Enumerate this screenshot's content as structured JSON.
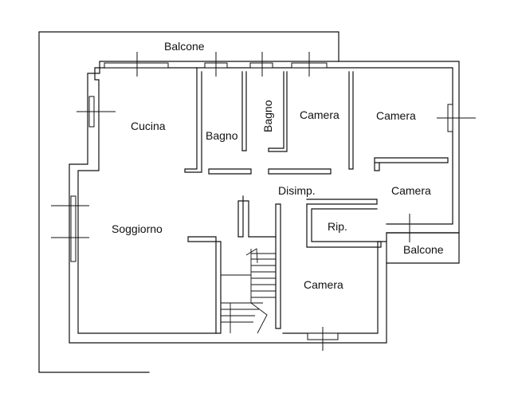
{
  "floorplan": {
    "labels": {
      "balcone_top": "Balcone",
      "cucina": "Cucina",
      "bagno_1": "Bagno",
      "bagno_2": "Bagno",
      "camera_1": "Camera",
      "camera_2": "Camera",
      "camera_3": "Camera",
      "camera_4": "Camera",
      "disimpegno": "Disimp.",
      "ripostiglio": "Rip.",
      "soggiorno": "Soggiorno",
      "balcone_right": "Balcone"
    },
    "colors": {
      "wall": "#111111",
      "background": "#ffffff"
    }
  }
}
